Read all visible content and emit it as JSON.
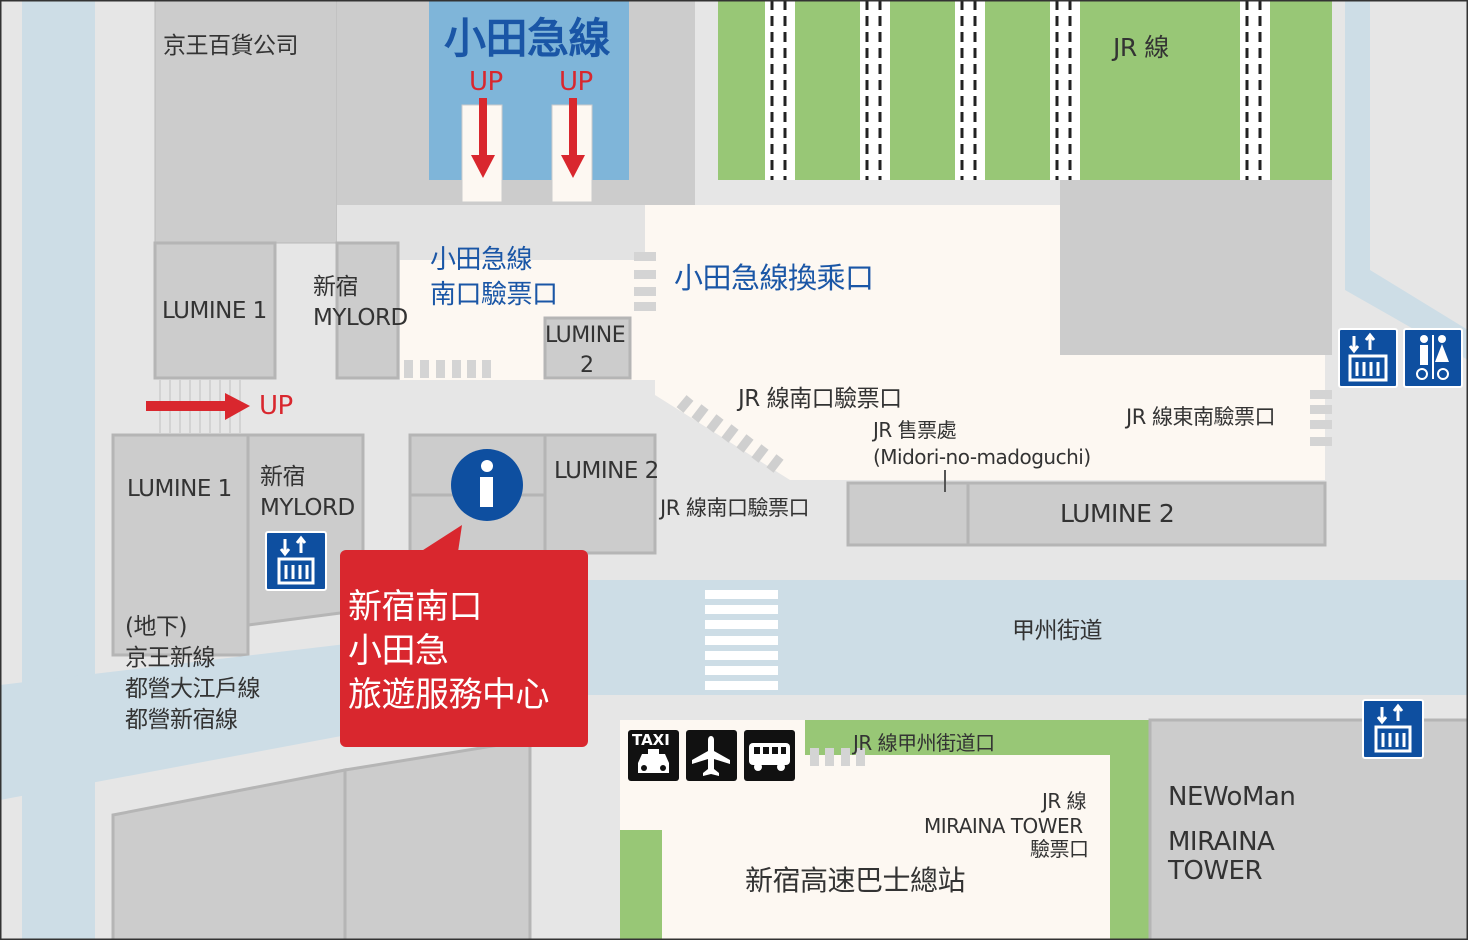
{
  "colors": {
    "background": "#e6e6e6",
    "building": "#cccccc",
    "floor": "#fdf8f2",
    "road": "#cddde6",
    "green": "#98c776",
    "odakyu": "#7fb5d9",
    "label_blue": "#1a56a6",
    "icon_blue": "#0e4fa0",
    "red": "#d9272e"
  },
  "labels": {
    "keio_dept": "京王百貨公司",
    "odakyu_line": "小田急線",
    "up": "UP",
    "jr_line": "JR 線",
    "lumine1": "LUMINE 1",
    "mylord_line1": "新宿",
    "mylord_line2": "MYLORD",
    "odakyu_south_gate_1": "小田急線",
    "odakyu_south_gate_2": "南口驗票口",
    "lumine2_small_1": "LUMINE",
    "lumine2_small_2": "2",
    "odakyu_transfer": "小田急線換乘口",
    "jr_south_gate": "JR 線南口驗票口",
    "jr_ticket_office": "JR 售票處",
    "midori": "(Midori-no-madoguchi)",
    "jr_southeast_gate": "JR 線東南驗票口",
    "lumine2": "LUMINE 2",
    "koshu_road": "甲州街道",
    "underground_1": "(地下)",
    "underground_2": "京王新線",
    "underground_3": "都營大江戶線",
    "underground_4": "都營新宿線",
    "jr_koshu_gate": "JR 線甲州街道口",
    "jr_miraina_1": "JR 線",
    "jr_miraina_2": "MIRAINA TOWER",
    "jr_miraina_3": "驗票口",
    "bus_terminal": "新宿高速巴士總站",
    "newoman": "NEWoMan",
    "miraina_1": "MIRAINA",
    "miraina_2": "TOWER",
    "taxi": "TAXI"
  },
  "callout": {
    "line1": "新宿南口",
    "line2": "小田急",
    "line3": "旅遊服務中心",
    "icon": "info-icon"
  },
  "icons": [
    "elevator-icon",
    "restroom-icon",
    "taxi-icon",
    "airplane-icon",
    "bus-icon"
  ]
}
